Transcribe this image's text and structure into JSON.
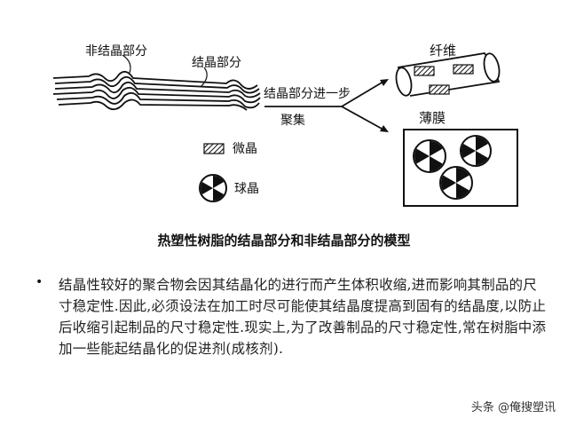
{
  "diagram": {
    "labels": {
      "amorphous": "非结晶部分",
      "crystalline": "结晶部分",
      "further_step": "结晶部分进一步",
      "aggregation": "聚集",
      "fiber": "纤维",
      "film": "薄膜",
      "microcrystal": "微晶",
      "spherulite": "球晶"
    },
    "caption": "热塑性树脂的结晶部分和非结晶部分的模型"
  },
  "body": {
    "bullet": "•",
    "paragraph": "结晶性较好的聚合物会因其结晶化的进行而产生体积收缩,进而影响其制品的尺寸稳定性.因此,必须设法在加工时尽可能使其结晶度提高到固有的结晶度,以防止后收缩引起制品的尺寸稳定性.现实上,为了改善制品的尺寸稳定性,常在树脂中添加一些能起结晶化的促进剂(成核剂)."
  },
  "watermark": "头条 @俺搜塑讯"
}
